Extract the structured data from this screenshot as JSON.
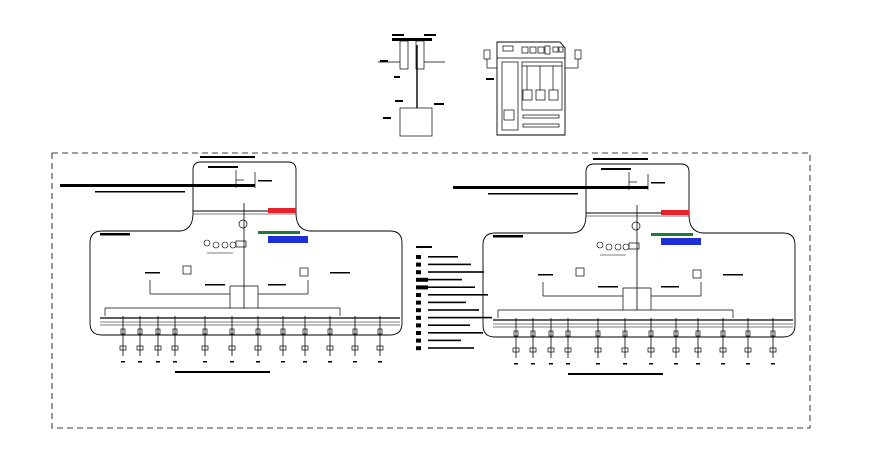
{
  "drawing": {
    "colors": {
      "line": "#000000",
      "background": "#ffffff",
      "red_bar": "#e8202a",
      "green_bar": "#1f7a3a",
      "blue_bar": "#1f2fd8"
    },
    "schematics_count": 2,
    "feeders_per_schematic": 12,
    "legend_entries": 13
  }
}
